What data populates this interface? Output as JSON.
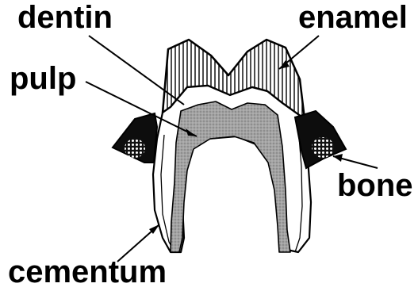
{
  "labels": {
    "dentin": "dentin",
    "enamel": "enamel",
    "pulp": "pulp",
    "bone": "bone",
    "cementum": "cementum"
  },
  "colors": {
    "ink": "#000000",
    "paper": "#ffffff",
    "pulp_fill": "#9a9a9a",
    "hatch": "#000000"
  }
}
